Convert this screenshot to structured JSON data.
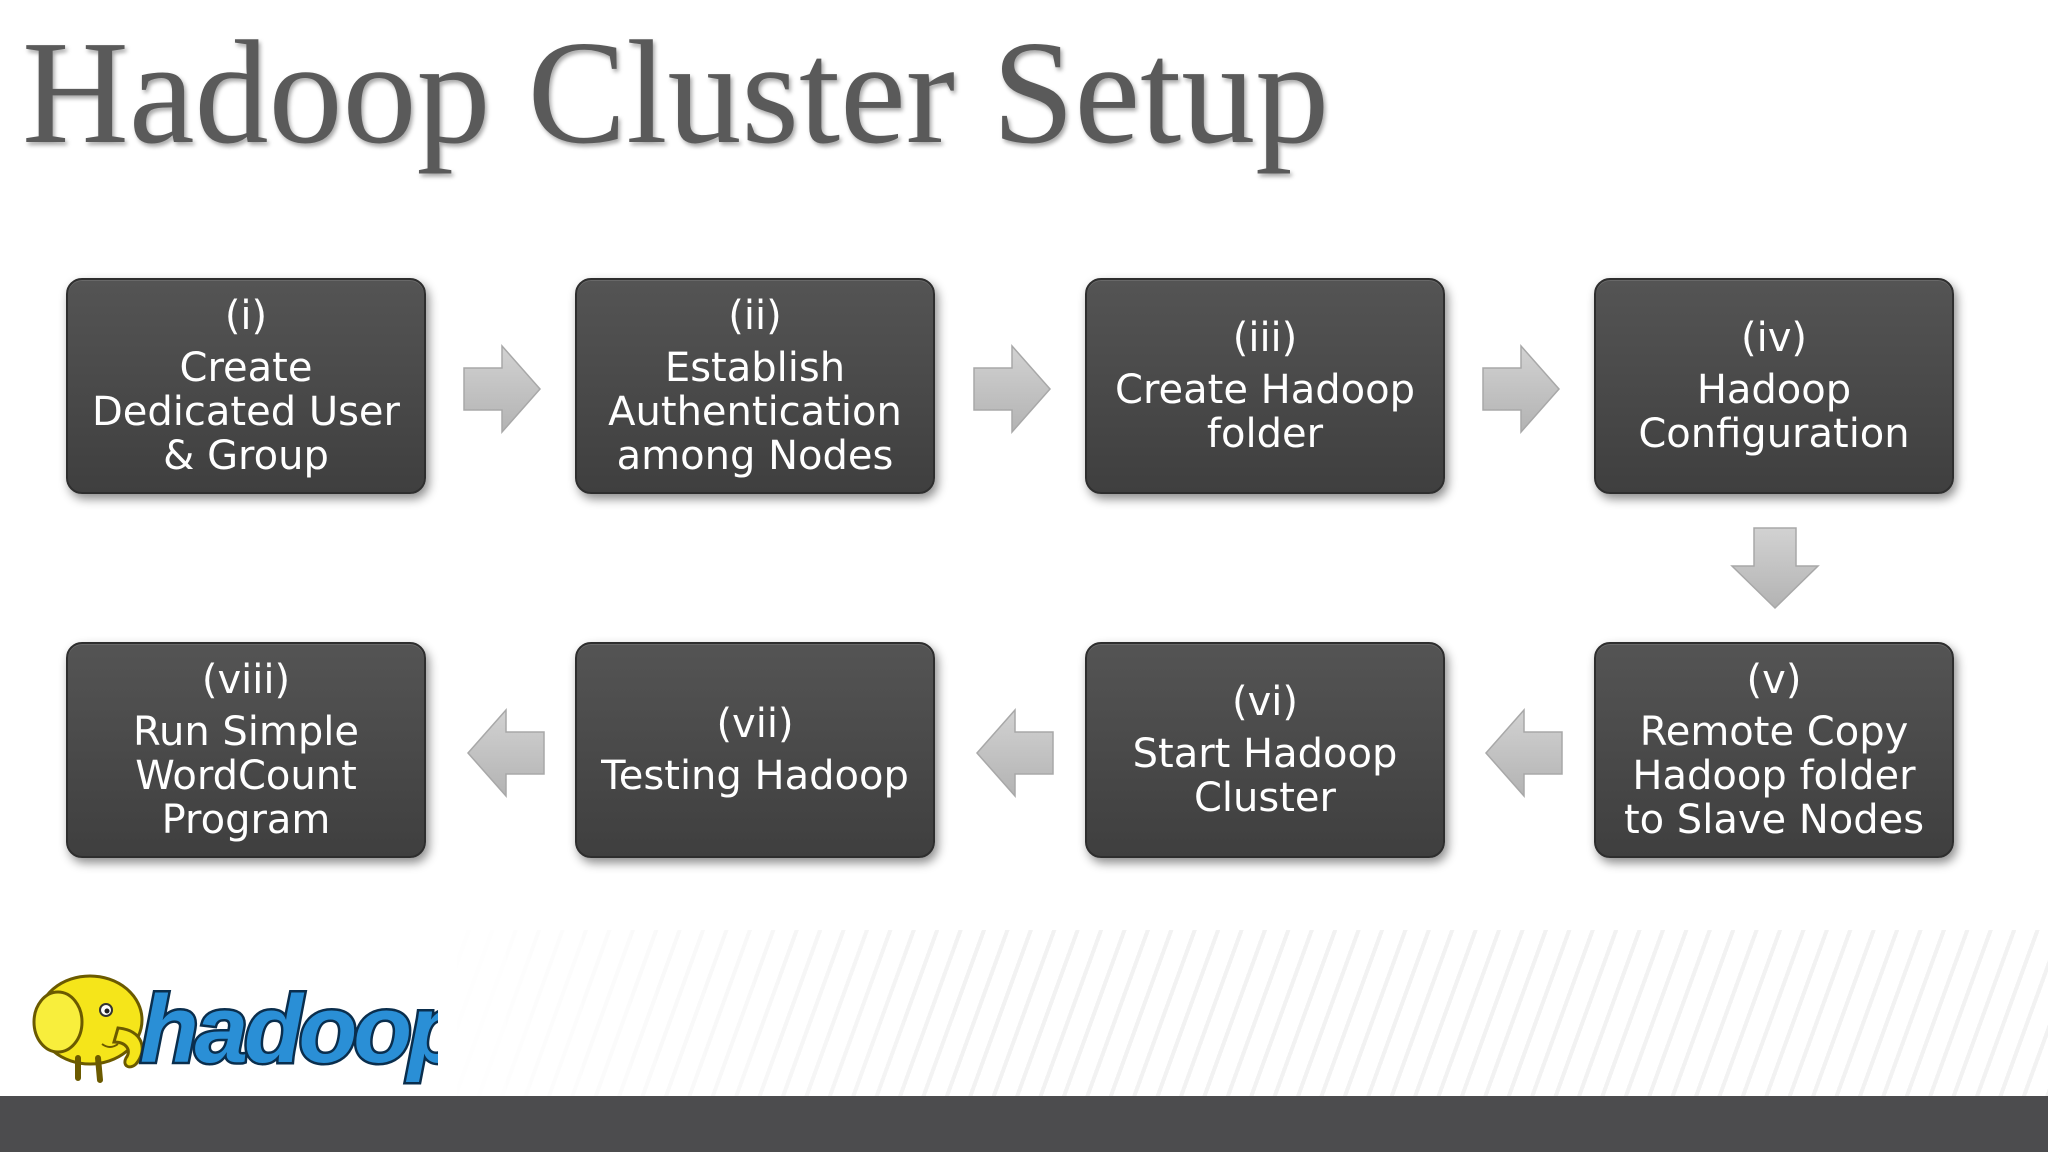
{
  "title": "Hadoop Cluster Setup",
  "colors": {
    "step_fill": "#4a4a4a",
    "arrow_fill": "#c4c4c4",
    "title": "#5a5a5a",
    "footer": "#4c4c4e"
  },
  "steps": [
    {
      "num": "(i)",
      "lines": [
        "Create",
        "Dedicated User",
        "& Group"
      ]
    },
    {
      "num": "(ii)",
      "lines": [
        "Establish",
        "Authentication",
        "among Nodes"
      ]
    },
    {
      "num": "(iii)",
      "lines": [
        "Create Hadoop",
        "folder"
      ]
    },
    {
      "num": "(iv)",
      "lines": [
        "Hadoop",
        "Configuration"
      ]
    },
    {
      "num": "(v)",
      "lines": [
        "Remote Copy",
        "Hadoop folder",
        "to Slave Nodes"
      ]
    },
    {
      "num": "(vi)",
      "lines": [
        "Start Hadoop",
        "Cluster"
      ]
    },
    {
      "num": "(vii)",
      "lines": [
        "Testing Hadoop"
      ]
    },
    {
      "num": "(viii)",
      "lines": [
        "Run Simple",
        "WordCount",
        "Program"
      ]
    }
  ],
  "arrows": [
    "right",
    "right",
    "right",
    "down",
    "left",
    "left",
    "left"
  ],
  "logo": {
    "text": "hadoop",
    "icon": "elephant-icon"
  }
}
